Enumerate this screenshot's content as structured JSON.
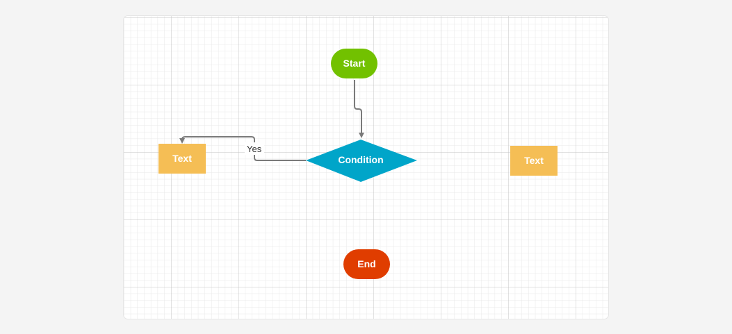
{
  "diagram": {
    "colors": {
      "start": "#72c100",
      "decision": "#00a5c9",
      "process": "#f5be55",
      "end": "#e03d00",
      "edge": "#7a7a7a"
    },
    "nodes": {
      "start": "Start",
      "condition": "Condition",
      "text_left": "Text",
      "text_right": "Text",
      "end": "End"
    },
    "edges": {
      "yes_label": "Yes"
    }
  }
}
